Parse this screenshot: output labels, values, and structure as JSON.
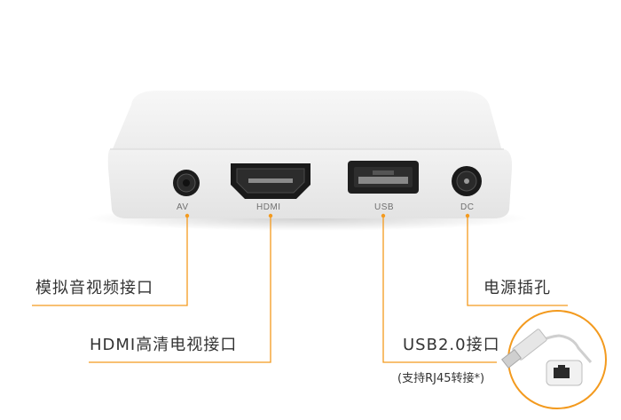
{
  "ports": {
    "av": "AV",
    "hdmi": "HDMI",
    "usb": "USB",
    "dc": "DC"
  },
  "callouts": {
    "av_label": "模拟音视频接口",
    "hdmi_label": "HDMI高清电视接口",
    "power_label": "电源插孔",
    "usb_label": "USB2.0接口",
    "usb_note": "(支持RJ45转接*)"
  },
  "colors": {
    "accent": "#f39a1e",
    "device": "#f3f3f3",
    "text": "#333333"
  },
  "icons": {
    "adapter": "usb-to-rj45-adapter-icon"
  }
}
